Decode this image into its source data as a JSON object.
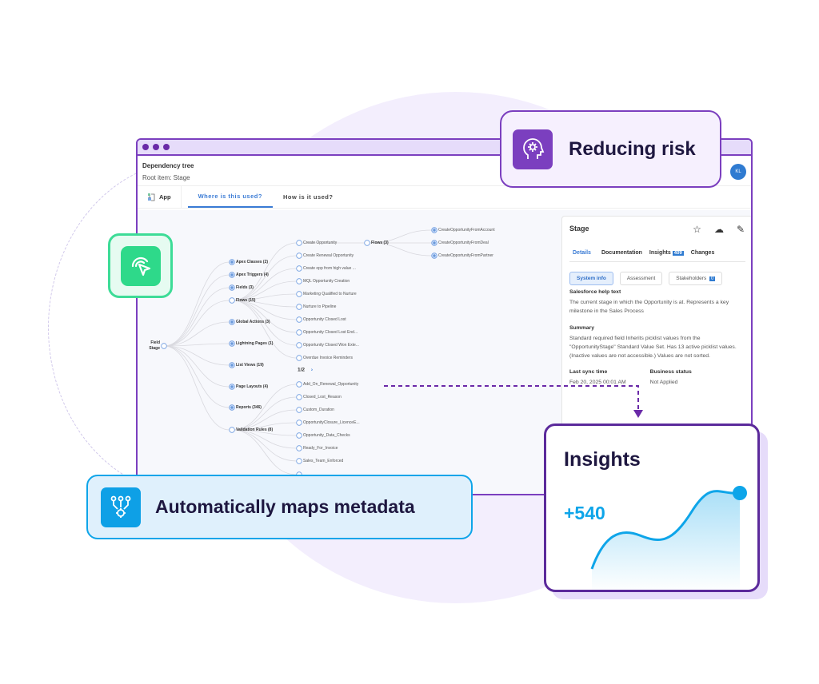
{
  "window": {
    "title": "Dependency tree",
    "root_item": "Root item: Stage",
    "avatar": "KL",
    "tabs": {
      "app": "App",
      "where": "Where is this used?",
      "how": "How is it used?"
    }
  },
  "tree": {
    "root": [
      "Field",
      "Stage"
    ],
    "level1": [
      "Apex Classes (2)",
      "Apex Triggers (4)",
      "Fields (3)",
      "Flows (15)",
      "Global Actions (3)",
      "Lightning Pages (1)",
      "List Views (19)",
      "Page Layouts (4)",
      "Reports (346)",
      "Validation Rules (8)"
    ],
    "flows": [
      "Create Opportunity",
      "Create Renewal Opportunity",
      "Create opp from high value ...",
      "MQL Opportunity Creation",
      "Marketing Qualified to Nurture",
      "Nurture to Pipeline",
      "Opportunity Closed Lost",
      "Opportunity Closed Lost End...",
      "Opportunity Closed Won Exte...",
      "Overdue Invoice Reminders"
    ],
    "pager": "1/2",
    "sub_flows": "Flows (3)",
    "sub_flow_items": [
      "CreateOpportunityFromAccount",
      "CreateOpportunityFromDeal",
      "CreateOpportunityFromPartner"
    ],
    "validation_rules": [
      "Add_On_Renewal_Opportunity",
      "Closed_Lost_Reason",
      "Custom_Duration",
      "OpportunityClosure_LicenceE...",
      "Opportunity_Data_Checks",
      "Ready_For_Invoice",
      "Sales_Team_Enforced"
    ]
  },
  "panel": {
    "title": "Stage",
    "tabs": [
      "Details",
      "Documentation",
      "Insights",
      "Changes"
    ],
    "insights_count": "409",
    "chips": [
      "System info",
      "Assessment",
      "Stakeholders"
    ],
    "stakeholders_count": "0",
    "help_label": "Salesforce help text",
    "help_text": "The current stage in which the Opportunity is at. Represents a key milestone in the Sales Process",
    "summary_label": "Summary",
    "summary_text": "Standard required field Inherits picklist values from the \"OpportunityStage\" Standard Value Set. Has 13 active picklist values. (Inactive values are not accessible.) Values are not sorted.",
    "sync_label": "Last sync time",
    "sync_value": "Feb 20, 2025 00:01 AM",
    "status_label": "Business status",
    "status_value": "Not Applied"
  },
  "callouts": {
    "risk": "Reducing risk",
    "maps": "Automatically maps metadata",
    "insights_title": "Insights",
    "insights_value": "+540"
  },
  "colors": {
    "purple": "#7b3fbf",
    "green": "#2ed98a",
    "blue": "#0ea5e9",
    "dark": "#1e1740"
  }
}
